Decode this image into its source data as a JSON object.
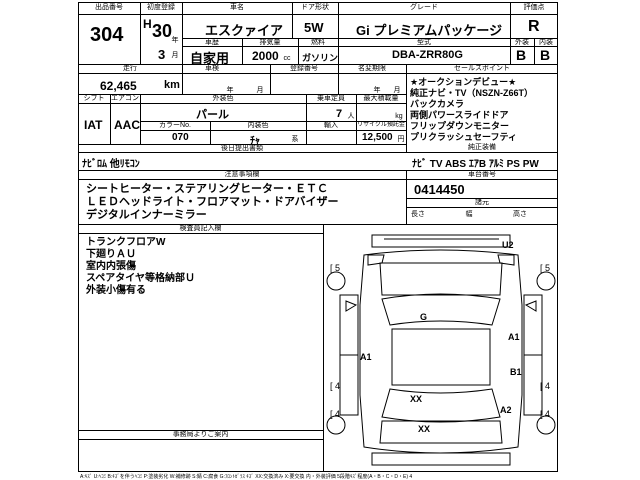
{
  "header": {
    "lot_label": "出品番号",
    "lot_value": "304",
    "reg_label": "初度登録",
    "reg_era": "H",
    "reg_year": "30",
    "reg_year_suffix": "年",
    "reg_month": "3",
    "reg_month_suffix": "月",
    "name_label": "車名",
    "name_value": "エスクァイア",
    "door_label": "ドア形状",
    "door_value": "5W",
    "grade_label": "グレード",
    "grade_value": "Gi プレミアムパッケージ",
    "score_label": "評価点",
    "score_value": "R",
    "use_label": "車歴",
    "use_value": "自家用",
    "cc_label": "排気量",
    "cc_value": "2000",
    "cc_unit": "cc",
    "fuel_label": "燃料",
    "fuel_value": "ガソリン",
    "model_label": "型式",
    "model_value": "DBA-ZRR80G",
    "ext_label": "外装",
    "ext_value": "B",
    "int_label": "内装",
    "int_value": "B"
  },
  "row2": {
    "mileage_label": "走行",
    "mileage_value": "62,465",
    "mileage_unit": "km",
    "inspection_label": "車検",
    "inspection_year": "年",
    "inspection_month": "月",
    "plate_label": "登録番号",
    "change_label": "名変期限",
    "change_year": "年",
    "change_month": "月",
    "sales_label": "セールスポイント"
  },
  "row3": {
    "shift_label": "シフト",
    "shift_value": "IAT",
    "ac_label": "エアコン",
    "ac_value": "AAC",
    "color_label": "外装色",
    "color_value": "パール",
    "color_no_label": "カラーNo.",
    "color_no_value": "070",
    "interior_color_label": "内装色",
    "capacity_label": "乗車定員",
    "capacity_value": "7",
    "capacity_unit": "人",
    "load_label": "最大積載量",
    "load_unit": "kg",
    "import_label": "輸入",
    "recycle_label": "リサイクル預託金",
    "recycle_value": "12,500",
    "recycle_unit": "円",
    "cha_value": "ﾁｬ",
    "cha_unit": "系"
  },
  "sales_points": [
    "★オークションデビュー★",
    "純正ナビ・TV（NSZN-Z66T）",
    "バックカメラ",
    "両側パワースライドドア",
    "フリップダウンモニター",
    "プリクラッシュセーフティ"
  ],
  "aftermarket": {
    "label": "後日提出書類",
    "value": "ﾅﾋﾞﾛﾑ 他ﾘﾓｺﾝ"
  },
  "genuine": {
    "label": "純正装備",
    "value": "ﾅﾋﾞ TV ABS ｴｱB ｱﾙﾐ PS PW"
  },
  "notes": {
    "label": "注意事項欄",
    "lines": [
      "シートヒーター・ステアリングヒーター・ＥＴＣ",
      "ＬＥＤヘッドライト・フロアマット・ドアバイザー",
      "デジタルインナーミラー"
    ]
  },
  "chassis": {
    "label": "車台番号",
    "value": "0414450",
    "dims_label": "諸元",
    "length": "長さ",
    "width": "幅",
    "height": "高さ"
  },
  "inspector": {
    "label": "検査員記入欄",
    "lines": [
      "トランクフロアW",
      "下廻りＡＵ",
      "室内内張傷",
      "スペアタイヤ等格納部Ｕ",
      "外装小傷有る"
    ]
  },
  "bureau": {
    "label": "事務局よりご案内"
  },
  "diagram_labels": [
    {
      "id": "u2",
      "text": "U2"
    },
    {
      "id": "g",
      "text": "G"
    },
    {
      "id": "a1l",
      "text": "A1"
    },
    {
      "id": "a1r",
      "text": "A1"
    },
    {
      "id": "b1",
      "text": "B1"
    },
    {
      "id": "a2",
      "text": "A2"
    },
    {
      "id": "xx1",
      "text": "XX"
    },
    {
      "id": "xx2",
      "text": "XX"
    }
  ],
  "side_marks": [
    "[ 5",
    "[ 5",
    "[ 4",
    "[ 4",
    "[ 4",
    "[ 4"
  ],
  "footer": "A:ｷｽﾞ U:ﾍｺﾐ B:ｷｽﾞを伴うﾍｺﾐ P:塗装劣化 W:補修跡 S:錆 C:腐食 G:ﾌﾛﾝﾄｶﾞﾗｽ ｷｽﾞ XX:交換済み X:要交換 内・外装評価 5段階ｷｽﾞ程度(A・B・C・D・E) 4"
}
